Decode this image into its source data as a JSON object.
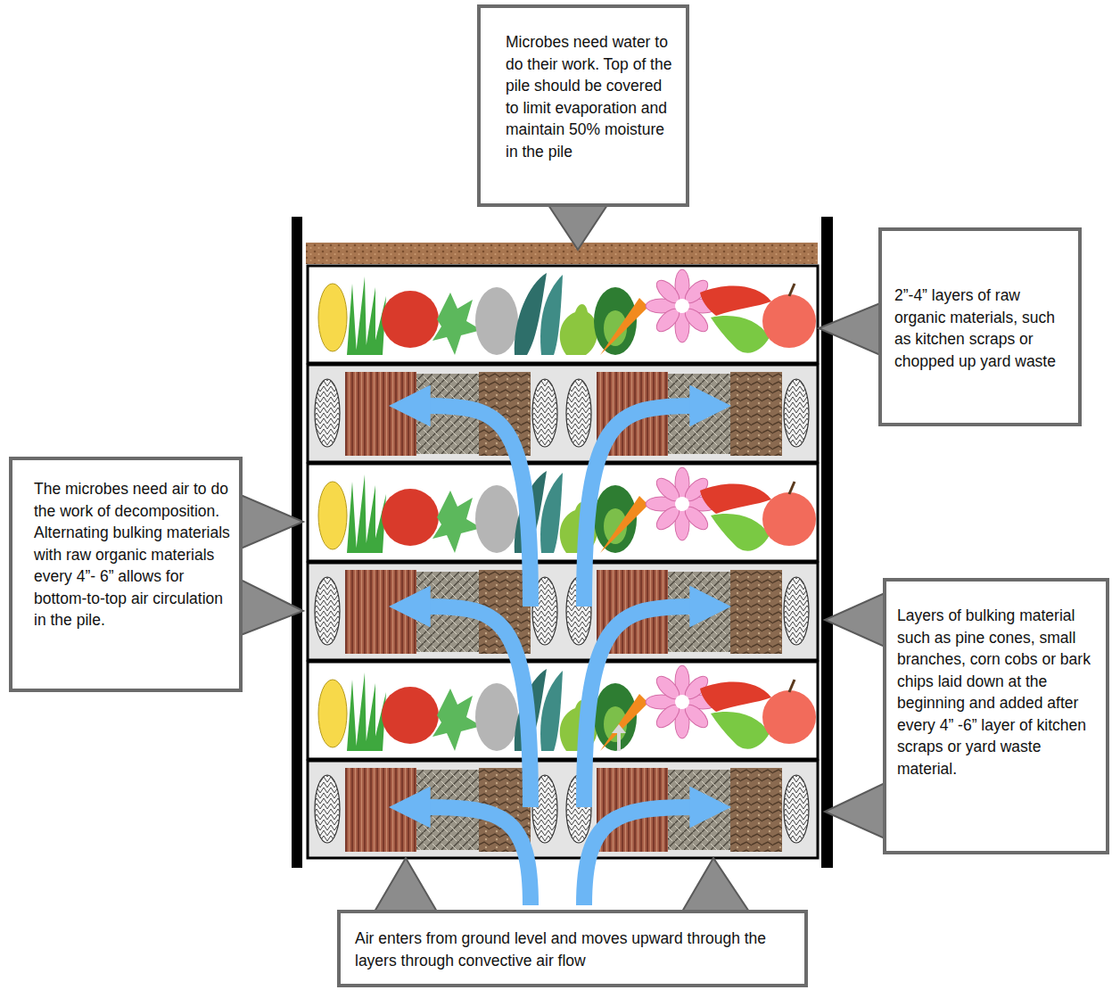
{
  "diagram": {
    "nodes": [
      {
        "text": [
          "Microbes need water to do their work. Top of the pile should be covered to limit evaporation and maintain 50% moisture in the pile"
        ]
      },
      {
        "text": [
          "2”-4” layers of raw organic materials, such as kitchen scraps or chopped up yard waste"
        ]
      },
      {
        "text": [
          "The microbes need air to do the work of decomposition. Alternating bulking materials with raw organic materials every 4”- 6” allows for bottom-to-top air circulation in the pile."
        ]
      },
      {
        "text": [
          "Layers of bulking material such as pine cones, small branches, corn cobs or bark chips laid down at the beginning and added after every 4” -6” layer of kitchen scraps or yard waste material."
        ]
      },
      {
        "text": [
          "Air enters from ground level and moves upward through the layers through convective air flow"
        ]
      }
    ]
  }
}
